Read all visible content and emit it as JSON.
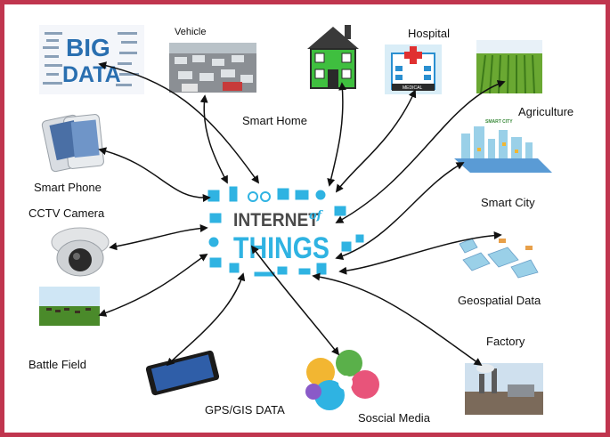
{
  "center": {
    "line1": "INTERNET",
    "line1_suffix": "of",
    "line2": "THINGS",
    "color": "#2fb3e2",
    "dark": "#4a4a4a"
  },
  "logos": {
    "big_data_line1": "BIG",
    "big_data_line2": "DATA",
    "smart_city_sign": "SMART CITY",
    "hospital_sign": "MEDICAL"
  },
  "labels": {
    "vehicle": "Vehicle",
    "hospital": "Hospital",
    "smart_home": "Smart Home",
    "agriculture": "Agriculture",
    "smart_phone": "Smart Phone",
    "cctv_camera": "CCTV Camera",
    "smart_city": "Smart City",
    "geospatial_data": "Geospatial Data",
    "factory": "Factory",
    "battle_field": "Battle Field",
    "gps_gis_data": "GPS/GIS DATA",
    "social_media": "Soscial Media"
  },
  "colors": {
    "border": "#c0354e",
    "arrow": "#111111",
    "house": "#3fbf3f",
    "grass": "#4a8a2a",
    "sky": "#cfe6f5"
  }
}
